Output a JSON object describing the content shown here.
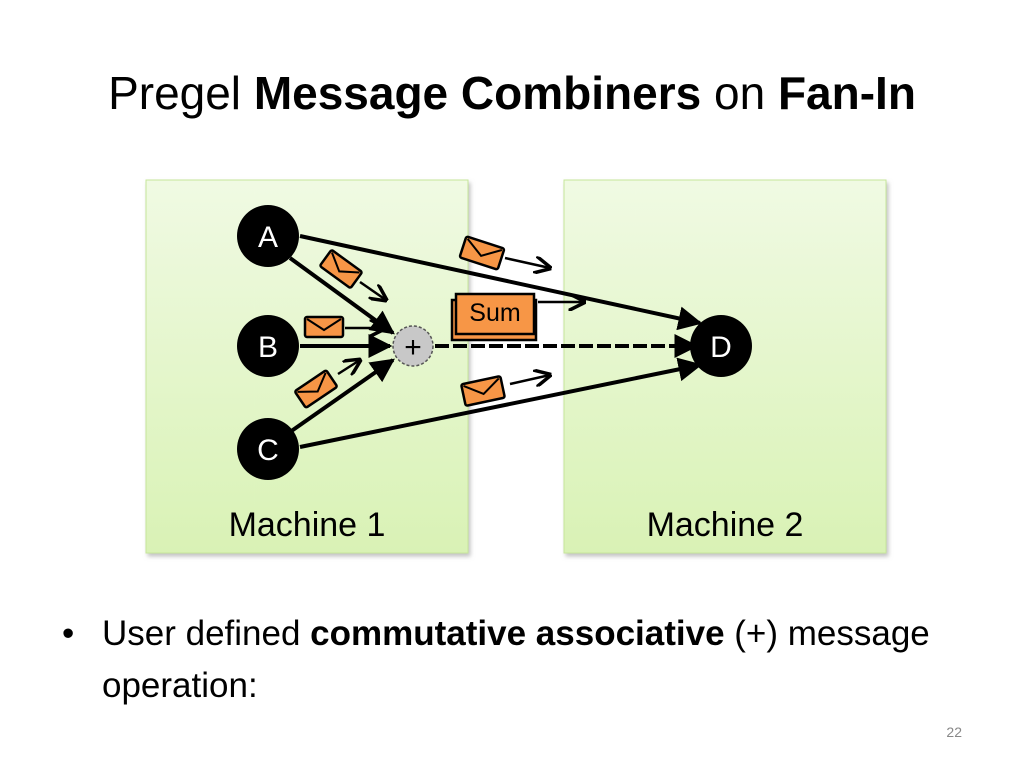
{
  "slide": {
    "title": {
      "part1": "Pregel ",
      "part2": "Message Combiners",
      "part3": " on ",
      "part4": "Fan-In"
    },
    "machines": [
      {
        "label": "Machine 1"
      },
      {
        "label": "Machine 2"
      }
    ],
    "nodes": {
      "a": "A",
      "b": "B",
      "c": "C",
      "d": "D"
    },
    "combiner": {
      "symbol": "+"
    },
    "sum_label": "Sum",
    "bullet": {
      "dot": "•",
      "text1": "User defined ",
      "text2": "commutative associative",
      "text3": " (+) message operation:"
    },
    "page_number": "22",
    "colors": {
      "machine_fill": "#e6f6cf",
      "machine_border": "#c6e69a",
      "node_fill": "#000000",
      "envelope_fill": "#f79646",
      "envelope_border": "#000000"
    }
  }
}
